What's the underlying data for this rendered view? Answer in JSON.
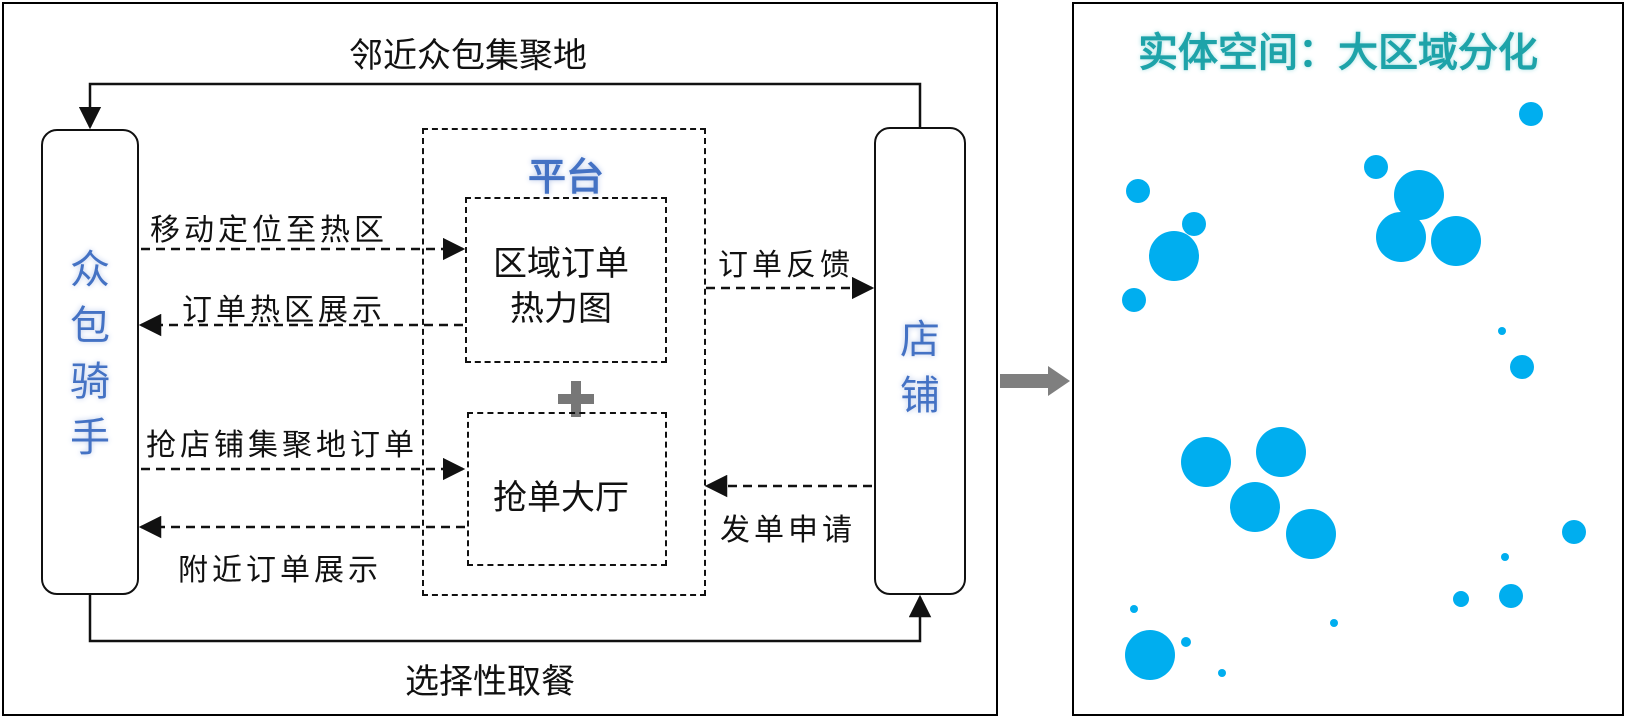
{
  "left": {
    "top_loop_label": "邻近众包集聚地",
    "bottom_loop_label": "选择性取餐",
    "rider_label": [
      "众",
      "包",
      "骑",
      "手"
    ],
    "shop_label": [
      "店",
      "铺"
    ],
    "platform_title": "平台",
    "heatmap_box": [
      "区域订单",
      "热力图"
    ],
    "hall_box": "抢单大厅",
    "arrows": {
      "move_to_hotspot": "移动定位至热区",
      "hotspot_display": "订单热区展示",
      "grab_orders": "抢店铺集聚地订单",
      "nearby_display": "附近订单展示",
      "order_feedback": "订单反馈",
      "post_request": "发单申请"
    }
  },
  "right": {
    "title": "实体空间：大区域分化",
    "dot_color": "#00aeef"
  }
}
